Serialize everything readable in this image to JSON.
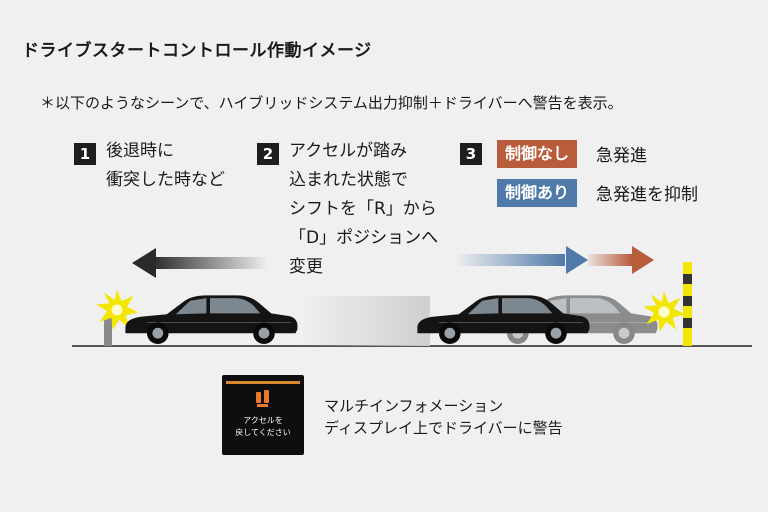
{
  "title": "ドライブスタートコントロール作動イメージ",
  "note": "＊以下のようなシーンで、ハイブリッドシステム出力抑制＋ドライバーへ警告を表示。",
  "steps": [
    {
      "num": "1",
      "lines": [
        "後退時に",
        "衝突した時など"
      ]
    },
    {
      "num": "2",
      "lines": [
        "アクセルが踏み",
        "込まれた状態で",
        "シフトを「R」から",
        "「D」ポジションへ",
        "変更"
      ]
    },
    {
      "num": "3"
    }
  ],
  "control_none": {
    "badge": "制御なし",
    "label": "急発進"
  },
  "control_on": {
    "badge": "制御あり",
    "label": "急発進を抑制"
  },
  "display": {
    "text": "アクセルを\n戻してください"
  },
  "caption": "マルチインフォメーション\nディスプレイ上でドライバーに警告",
  "colors": {
    "red": "#b85c3c",
    "blue": "#4f79a8",
    "step_box": "#1e1e1e",
    "car": "#141414",
    "burst": "#f3e600"
  },
  "icons": [
    "impact-burst-icon",
    "left-arrow-icon",
    "right-arrow-icon",
    "car-icon",
    "accelerator-warning-icon"
  ]
}
